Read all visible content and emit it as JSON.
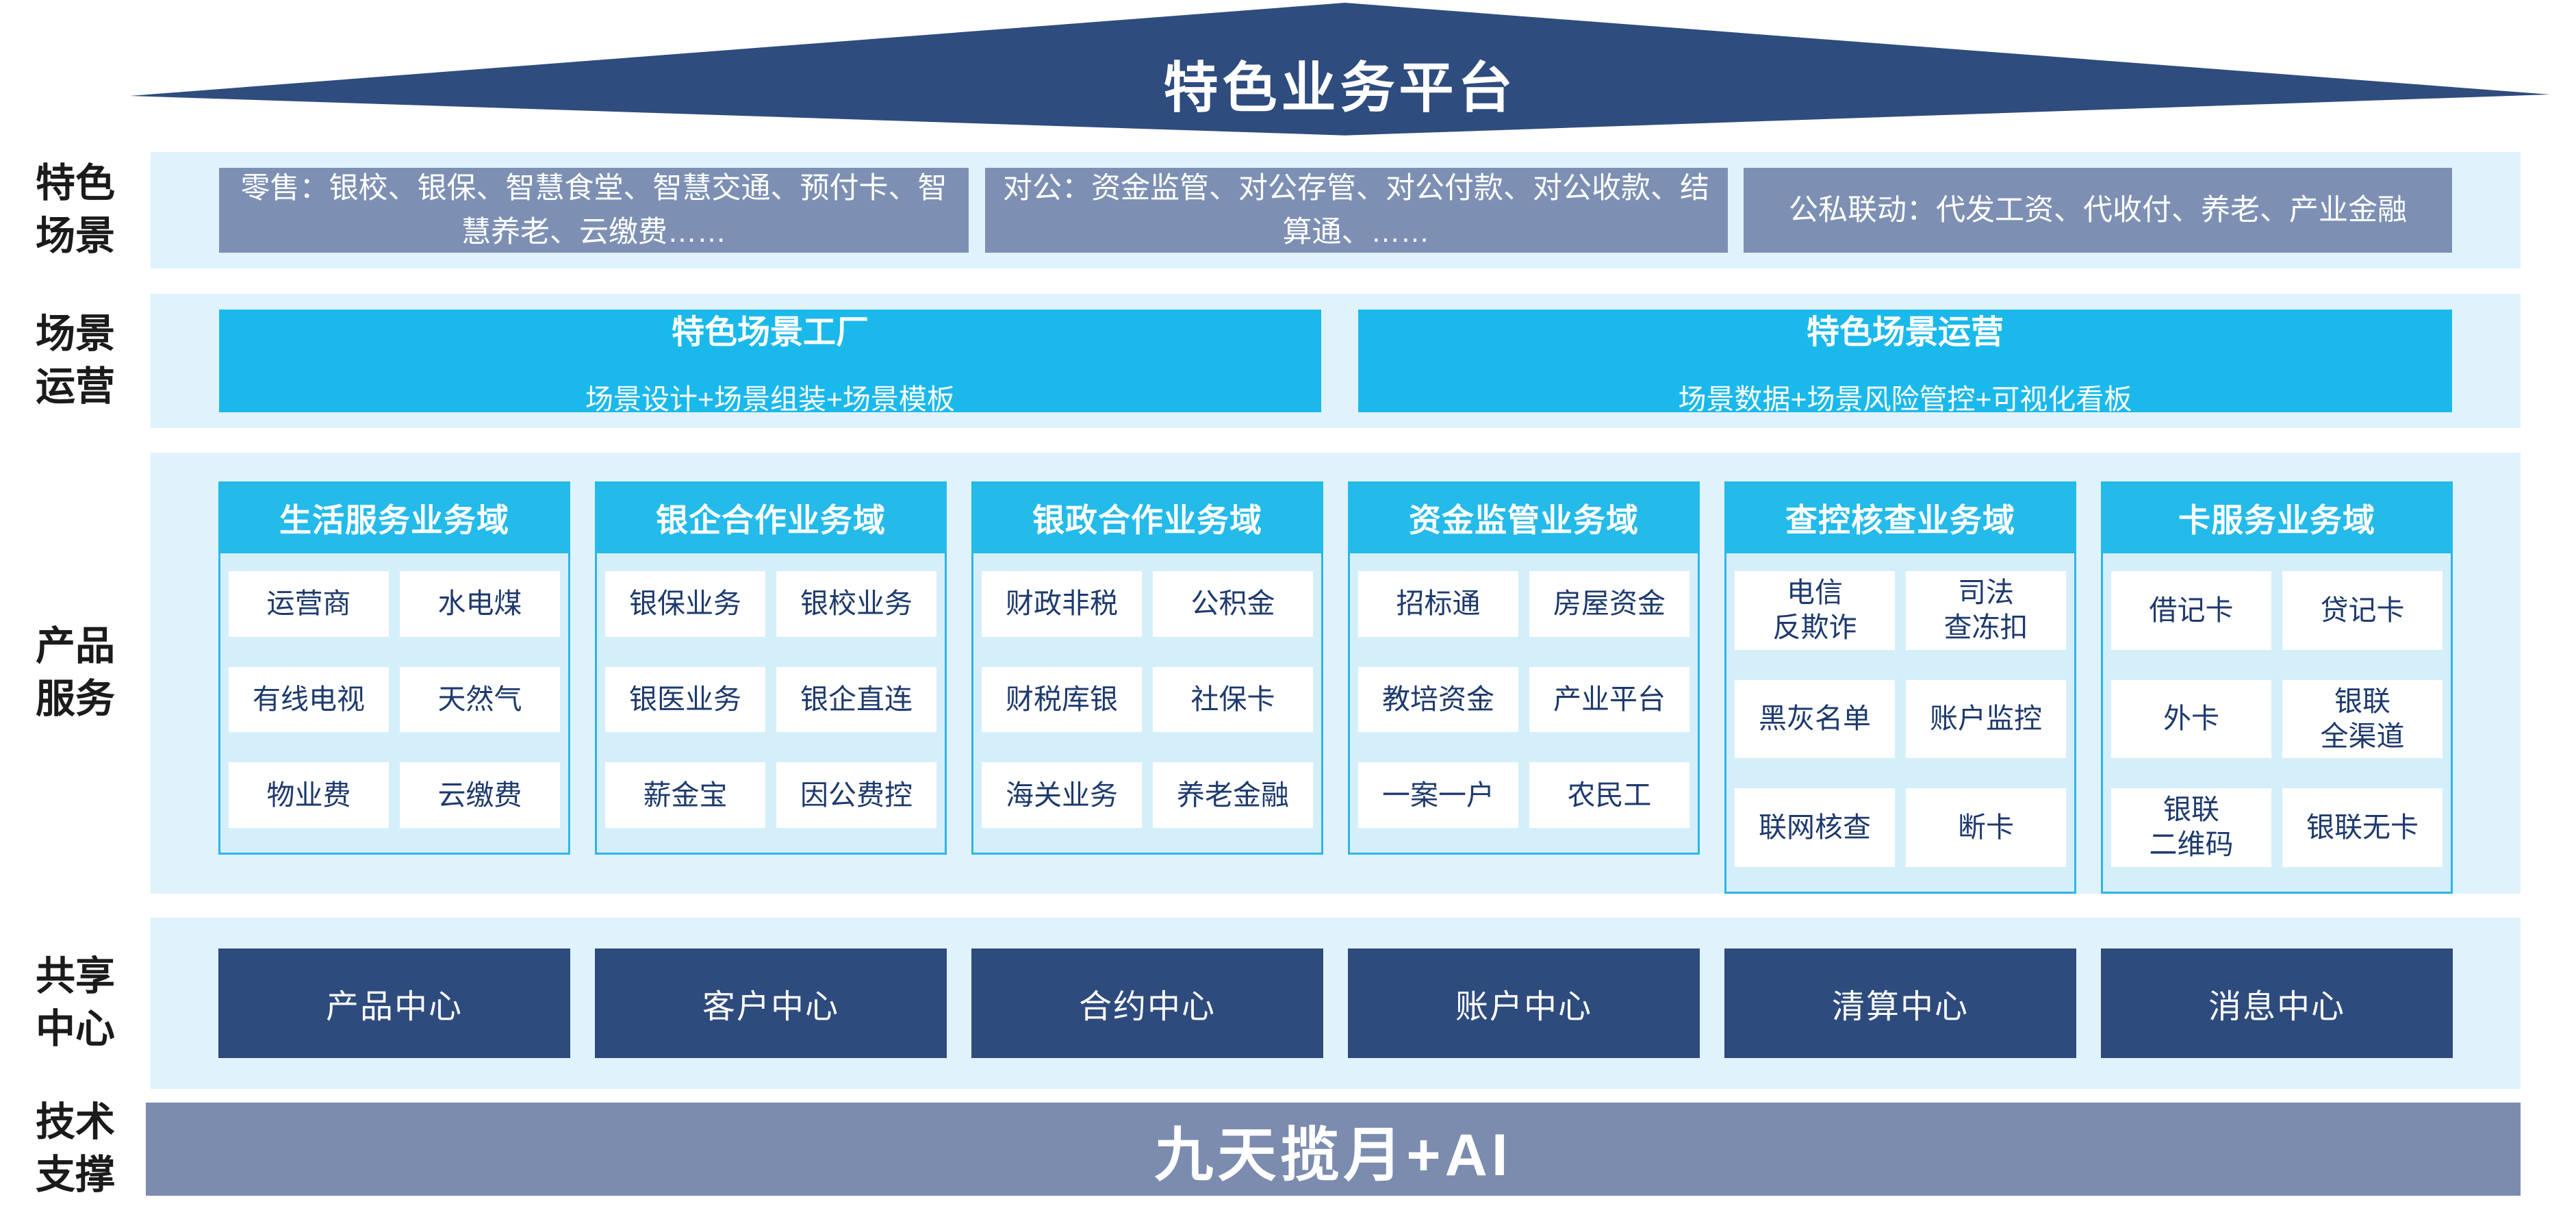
{
  "palette": {
    "roof_navy": "#2F4C7E",
    "band_light_blue": "#E0F3FC",
    "scene_gray_blue": "#7D90B4",
    "cyan": "#1BB9EB",
    "header_cyan": "#24BAEA",
    "panel_body_blue": "#D5EFFA",
    "panel_border_cyan": "#2FB5E8",
    "cell_text_navy": "#1E3A6E",
    "center_navy": "#2E4B7E",
    "tech_gray_blue": "#7B8CAE"
  },
  "roof": {
    "title": "特色业务平台"
  },
  "scene_row": {
    "label": "特色\n场景",
    "boxes": [
      "零售：银校、银保、智慧食堂、智慧交通、预付卡、智慧养老、云缴费……",
      "对公：资金监管、对公存管、对公付款、对公收款、结算通、……",
      "公私联动：代发工资、代收付、养老、产业金融"
    ]
  },
  "operation_row": {
    "label": "场景\n运营",
    "factory": {
      "title": "特色场景工厂",
      "subtitle": "场景设计+场景组装+场景模板"
    },
    "operation": {
      "title": "特色场景运营",
      "subtitle": "场景数据+场景风险管控+可视化看板"
    }
  },
  "product_row": {
    "label": "产品\n服务",
    "domains": [
      {
        "title": "生活服务业务域",
        "cells": [
          "运营商",
          "水电煤",
          "有线电视",
          "天然气",
          "物业费",
          "云缴费"
        ]
      },
      {
        "title": "银企合作业务域",
        "cells": [
          "银保业务",
          "银校业务",
          "银医业务",
          "银企直连",
          "薪金宝",
          "因公费控"
        ]
      },
      {
        "title": "银政合作业务域",
        "cells": [
          "财政非税",
          "公积金",
          "财税库银",
          "社保卡",
          "海关业务",
          "养老金融"
        ]
      },
      {
        "title": "资金监管业务域",
        "cells": [
          "招标通",
          "房屋资金",
          "教培资金",
          "产业平台",
          "一案一户",
          "农民工"
        ]
      },
      {
        "title": "查控核查业务域",
        "cells": [
          "电信\n反欺诈",
          "司法\n查冻扣",
          "黑灰名单",
          "账户监控",
          "联网核查",
          "断卡"
        ]
      },
      {
        "title": "卡服务业务域",
        "cells": [
          "借记卡",
          "贷记卡",
          "外卡",
          "银联\n全渠道",
          "银联\n二维码",
          "银联无卡"
        ]
      }
    ]
  },
  "shared_row": {
    "label": "共享\n中心",
    "centers": [
      "产品中心",
      "客户中心",
      "合约中心",
      "账户中心",
      "清算中心",
      "消息中心"
    ]
  },
  "tech_row": {
    "label": "技术\n支撑",
    "platform": "九天揽月+AI"
  }
}
